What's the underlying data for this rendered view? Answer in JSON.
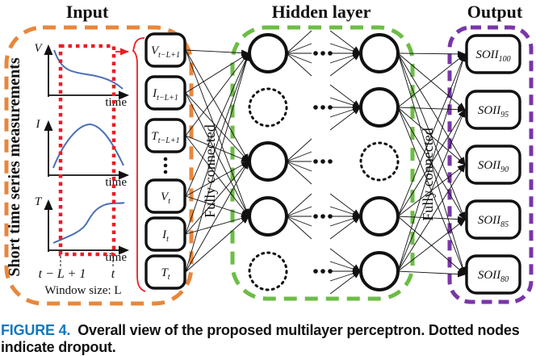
{
  "figure": {
    "titles": {
      "input": "Input",
      "hidden": "Hidden layer",
      "output": "Output"
    },
    "input": {
      "side_label": "Short time series measurements",
      "plots": [
        {
          "y_label": "V",
          "x_label": "time"
        },
        {
          "y_label": "I",
          "x_label": "time"
        },
        {
          "y_label": "T",
          "x_label": "time"
        }
      ],
      "window_start_label": "t − L + 1",
      "window_end_label": "t",
      "window_size_label": "Window size: L",
      "boxes": [
        {
          "main": "V",
          "sub": "t−L+1"
        },
        {
          "main": "I",
          "sub": "t−L+1"
        },
        {
          "main": "T",
          "sub": "t−L+1"
        },
        {
          "main": "V",
          "sub": "t"
        },
        {
          "main": "I",
          "sub": "t"
        },
        {
          "main": "T",
          "sub": "t"
        }
      ]
    },
    "connections": {
      "left_label": "Fully connected",
      "right_label": "Fully connected"
    },
    "hidden": {
      "columns": [
        [
          "solid",
          "dotted",
          "solid",
          "solid",
          "dotted"
        ],
        [
          "solid",
          "solid",
          "dotted",
          "solid",
          "solid"
        ]
      ]
    },
    "output": {
      "boxes": [
        {
          "main": "SOII",
          "sub": "100"
        },
        {
          "main": "SOII",
          "sub": "95"
        },
        {
          "main": "SOII",
          "sub": "90"
        },
        {
          "main": "SOII",
          "sub": "85"
        },
        {
          "main": "SOII",
          "sub": "80"
        }
      ]
    },
    "colors": {
      "input_border": "#E8873C",
      "hidden_border": "#6CBD45",
      "output_border": "#7A35A8",
      "highlight": "#ED1C24",
      "curve": "#4A6FB5",
      "node_stroke": "#111111"
    }
  },
  "caption": {
    "label": "FIGURE 4.",
    "text": "Overall view of the proposed multilayer perceptron. Dotted nodes indicate dropout."
  }
}
